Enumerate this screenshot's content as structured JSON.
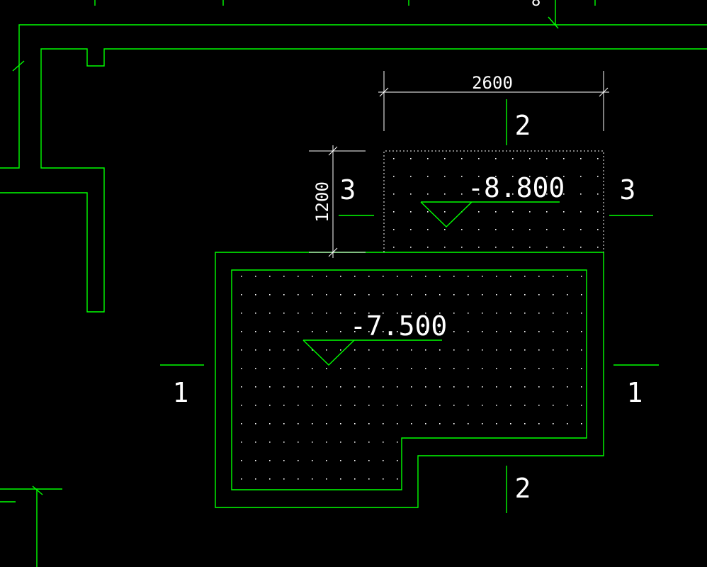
{
  "colors": {
    "background": "#000000",
    "wall": "#00ff00",
    "annotation": "#ffffff",
    "hatch_dots": "#ffffff"
  },
  "dimensions": {
    "width_label": "2600",
    "height_label": "1200"
  },
  "elevations": {
    "upper_pit": "-8.800",
    "main_pit": "-7.500"
  },
  "section_marks": {
    "section_1_left": "1",
    "section_1_right": "1",
    "section_2_top": "2",
    "section_2_bottom": "2",
    "section_3_left": "3",
    "section_3_right": "3"
  }
}
